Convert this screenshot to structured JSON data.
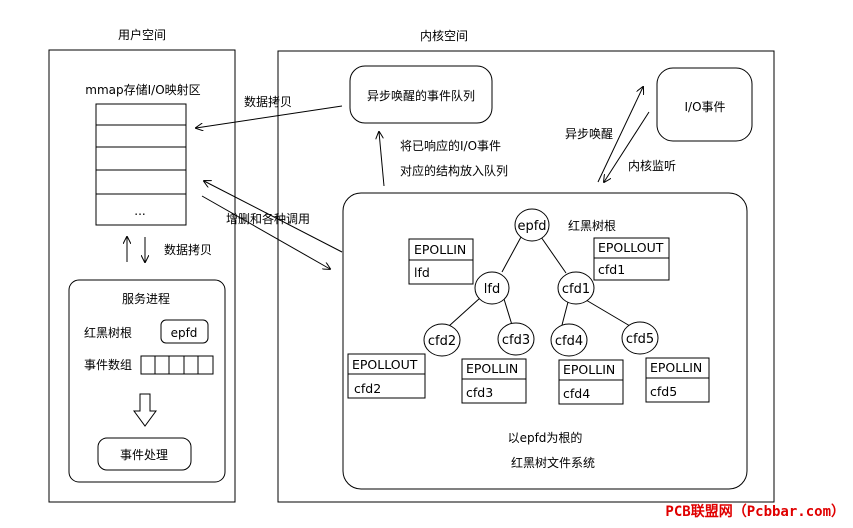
{
  "user_space": {
    "title": "用户空间",
    "mmap_label": "mmap存储I/O映射区",
    "mmap_dots": "...",
    "copy_label_side": "数据拷贝",
    "process": {
      "title": "服务进程",
      "rbtree_label": "红黑树根",
      "epfd_box": "epfd",
      "event_array_label": "事件数组",
      "handling_label": "事件处理"
    }
  },
  "kernel_space": {
    "title": "内核空间",
    "queue_label": "异步唤醒的事件队列",
    "io_event_label": "I/O事件",
    "async_wake_label": "异步唤醒",
    "kernel_listen_label": "内核监听",
    "put_queue_line1": "将已响应的I/O事件",
    "put_queue_line2": "对应的结构放入队列",
    "copy_label_top": "数据拷贝",
    "syscall_label": "增删和各种调用",
    "tree": {
      "root_note": "红黑树根",
      "nodes": {
        "epfd": "epfd",
        "lfd": "lfd",
        "cfd1": "cfd1",
        "cfd2": "cfd2",
        "cfd3": "cfd3",
        "cfd4": "cfd4",
        "cfd5": "cfd5"
      },
      "tags": [
        {
          "event": "EPOLLIN",
          "fd": "lfd"
        },
        {
          "event": "EPOLLOUT",
          "fd": "cfd1"
        },
        {
          "event": "EPOLLOUT",
          "fd": "cfd2"
        },
        {
          "event": "EPOLLIN",
          "fd": "cfd3"
        },
        {
          "event": "EPOLLIN",
          "fd": "cfd4"
        },
        {
          "event": "EPOLLIN",
          "fd": "cfd5"
        }
      ],
      "caption_line1": "以epfd为根的",
      "caption_line2": "红黑树文件系统"
    }
  },
  "watermark": "PCB联盟网（Pcbbar.com）",
  "colors": {
    "line": "#000000",
    "watermark": "#e00000"
  }
}
